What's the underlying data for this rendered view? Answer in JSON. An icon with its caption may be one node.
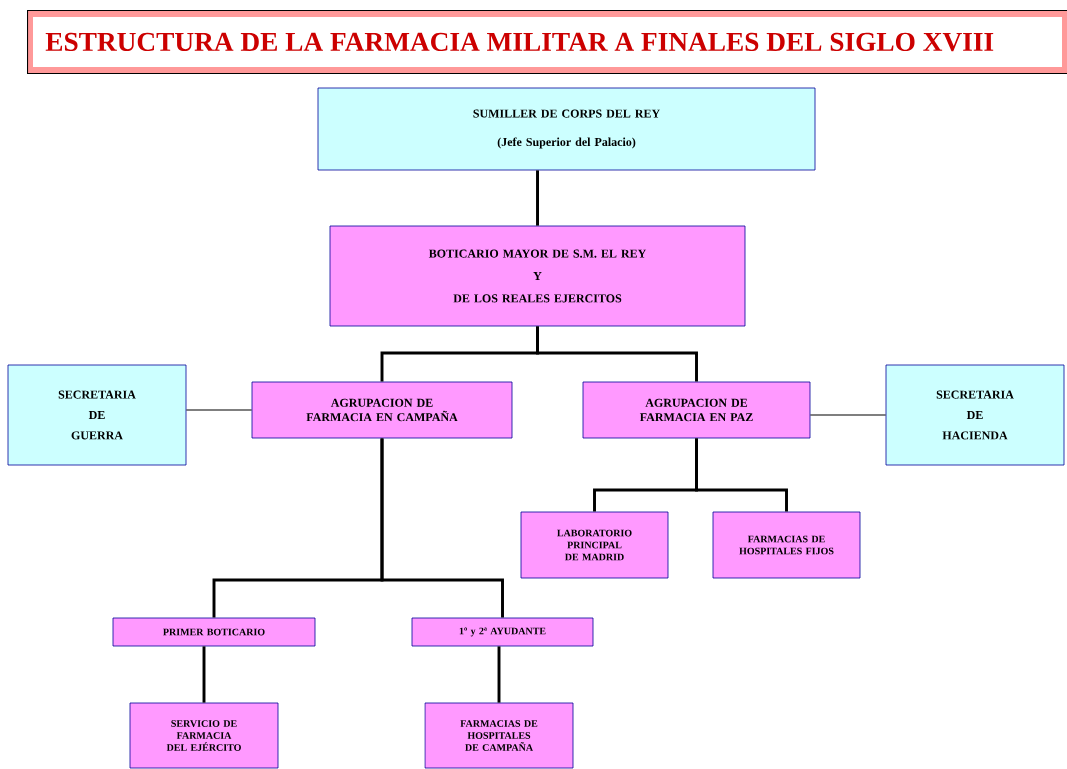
{
  "diagram": {
    "title": "ESTRUCTURA  DE LA FARMACIA MILITAR A FINALES DEL SIGLO XVIII",
    "nodes": [
      {
        "text": [
          "SUMILLER DE CORPS DEL REY",
          "(Jefe Superior del Palacio)"
        ]
      },
      {
        "text": [
          "BOTICARIO MAYOR DE S.M. EL REY",
          "Y",
          "DE LOS REALES EJERCITOS"
        ]
      },
      {
        "text": [
          "SECRETARIA",
          "DE",
          "GUERRA"
        ]
      },
      {
        "text": [
          "AGRUPACION DE FARMACIA EN CAMPAÑA"
        ]
      },
      {
        "text": [
          "AGRUPACION DE FARMACIA EN PAZ"
        ]
      },
      {
        "text": [
          "SECRETARIA",
          "DE",
          "HACIENDA"
        ]
      },
      {
        "text": [
          "LABORATORIO PRINCIPAL DE MADRID"
        ]
      },
      {
        "text": [
          "FARMACIAS DE HOSPITALES FIJOS"
        ]
      },
      {
        "text": [
          "PRIMER BOTICARIO"
        ]
      },
      {
        "text": [
          "1º y 2ª AYUDANTE"
        ]
      },
      {
        "text": [
          "SERVICIO DE FARMACIA DEL EJÉRCITO"
        ]
      },
      {
        "text": [
          "FARMACIAS DE HOSPITALES DE CAMPAÑA"
        ]
      }
    ],
    "edges": [
      {
        "from": 0,
        "to": 1,
        "arrow": "none"
      },
      {
        "from": 1,
        "to": 3,
        "arrow": "none"
      },
      {
        "from": 1,
        "to": 4,
        "arrow": "none"
      },
      {
        "from": 2,
        "to": 3,
        "arrow": "none"
      },
      {
        "from": 4,
        "to": 5,
        "arrow": "none"
      },
      {
        "from": 4,
        "to": 6,
        "arrow": "none"
      },
      {
        "from": 4,
        "to": 7,
        "arrow": "none"
      },
      {
        "from": 3,
        "to": 8,
        "arrow": "none"
      },
      {
        "from": 3,
        "to": 9,
        "arrow": "none"
      },
      {
        "from": 8,
        "to": 10,
        "arrow": "none"
      },
      {
        "from": 9,
        "to": 11,
        "arrow": "none"
      }
    ]
  }
}
